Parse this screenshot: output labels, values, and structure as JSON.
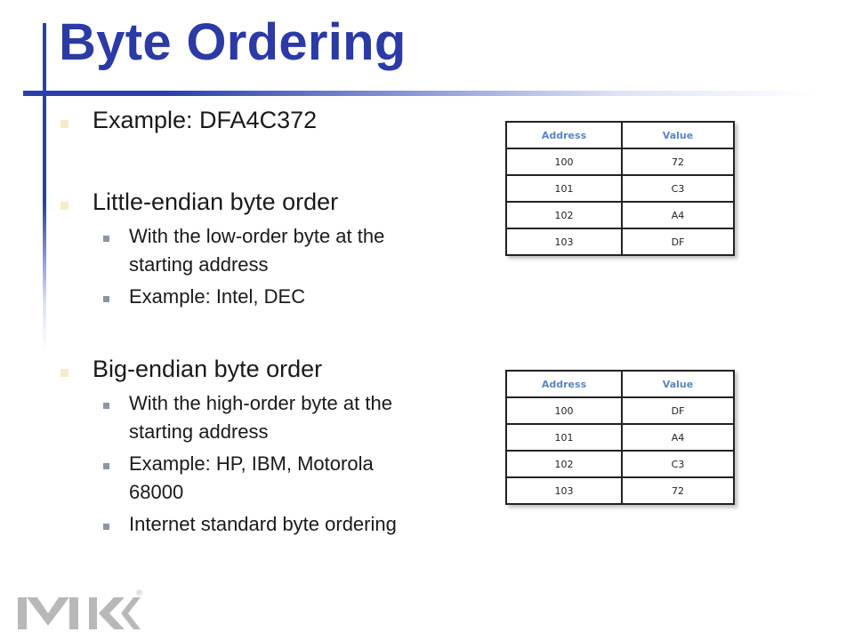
{
  "title": "Byte Ordering",
  "bullets": {
    "example": "Example:   DFA4C372",
    "little": {
      "heading": "Little-endian byte order",
      "sub": [
        "With the low-order byte at the starting address",
        "Example: Intel, DEC"
      ]
    },
    "big": {
      "heading": "Big-endian byte order",
      "sub": [
        "With the high-order byte at the starting address",
        "Example: HP, IBM, Motorola 68000",
        "Internet standard byte ordering"
      ]
    }
  },
  "table_little": {
    "headers": [
      "Address",
      "Value"
    ],
    "rows": [
      [
        "100",
        "72"
      ],
      [
        "101",
        "C3"
      ],
      [
        "102",
        "A4"
      ],
      [
        "103",
        "DF"
      ]
    ]
  },
  "table_big": {
    "headers": [
      "Address",
      "Value"
    ],
    "rows": [
      [
        "100",
        "DF"
      ],
      [
        "101",
        "A4"
      ],
      [
        "102",
        "C3"
      ],
      [
        "103",
        "72"
      ]
    ]
  },
  "logo": {
    "icon": "mk-logo-icon",
    "color": "#b8b8b8",
    "mark": "®"
  },
  "colors": {
    "title": "#2b3aa5",
    "accent": "#2a3fa8",
    "table_header": "#5b86c4"
  }
}
